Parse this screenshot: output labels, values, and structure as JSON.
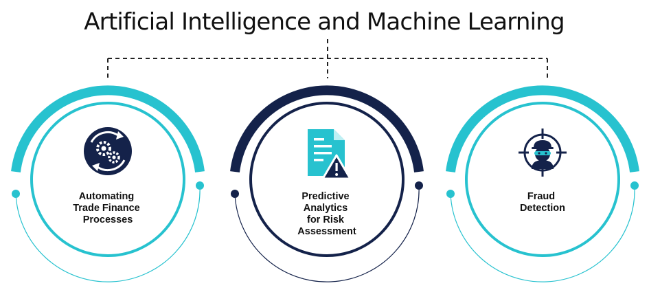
{
  "title": "Artificial Intelligence and Machine Learning",
  "colors": {
    "teal": "#27c2cf",
    "navy": "#14224a",
    "text": "#111111",
    "connector": "#222222"
  },
  "cards": [
    {
      "lines": [
        "Automating",
        "Trade Finance",
        "Processes"
      ],
      "icon": "gears-cycle-icon",
      "accent": "#27c2cf"
    },
    {
      "lines": [
        "Predictive",
        "Analytics",
        "for Risk",
        "Assessment"
      ],
      "icon": "document-warning-icon",
      "accent": "#14224a"
    },
    {
      "lines": [
        "Fraud",
        "Detection"
      ],
      "icon": "masked-thief-target-icon",
      "accent": "#27c2cf"
    }
  ]
}
